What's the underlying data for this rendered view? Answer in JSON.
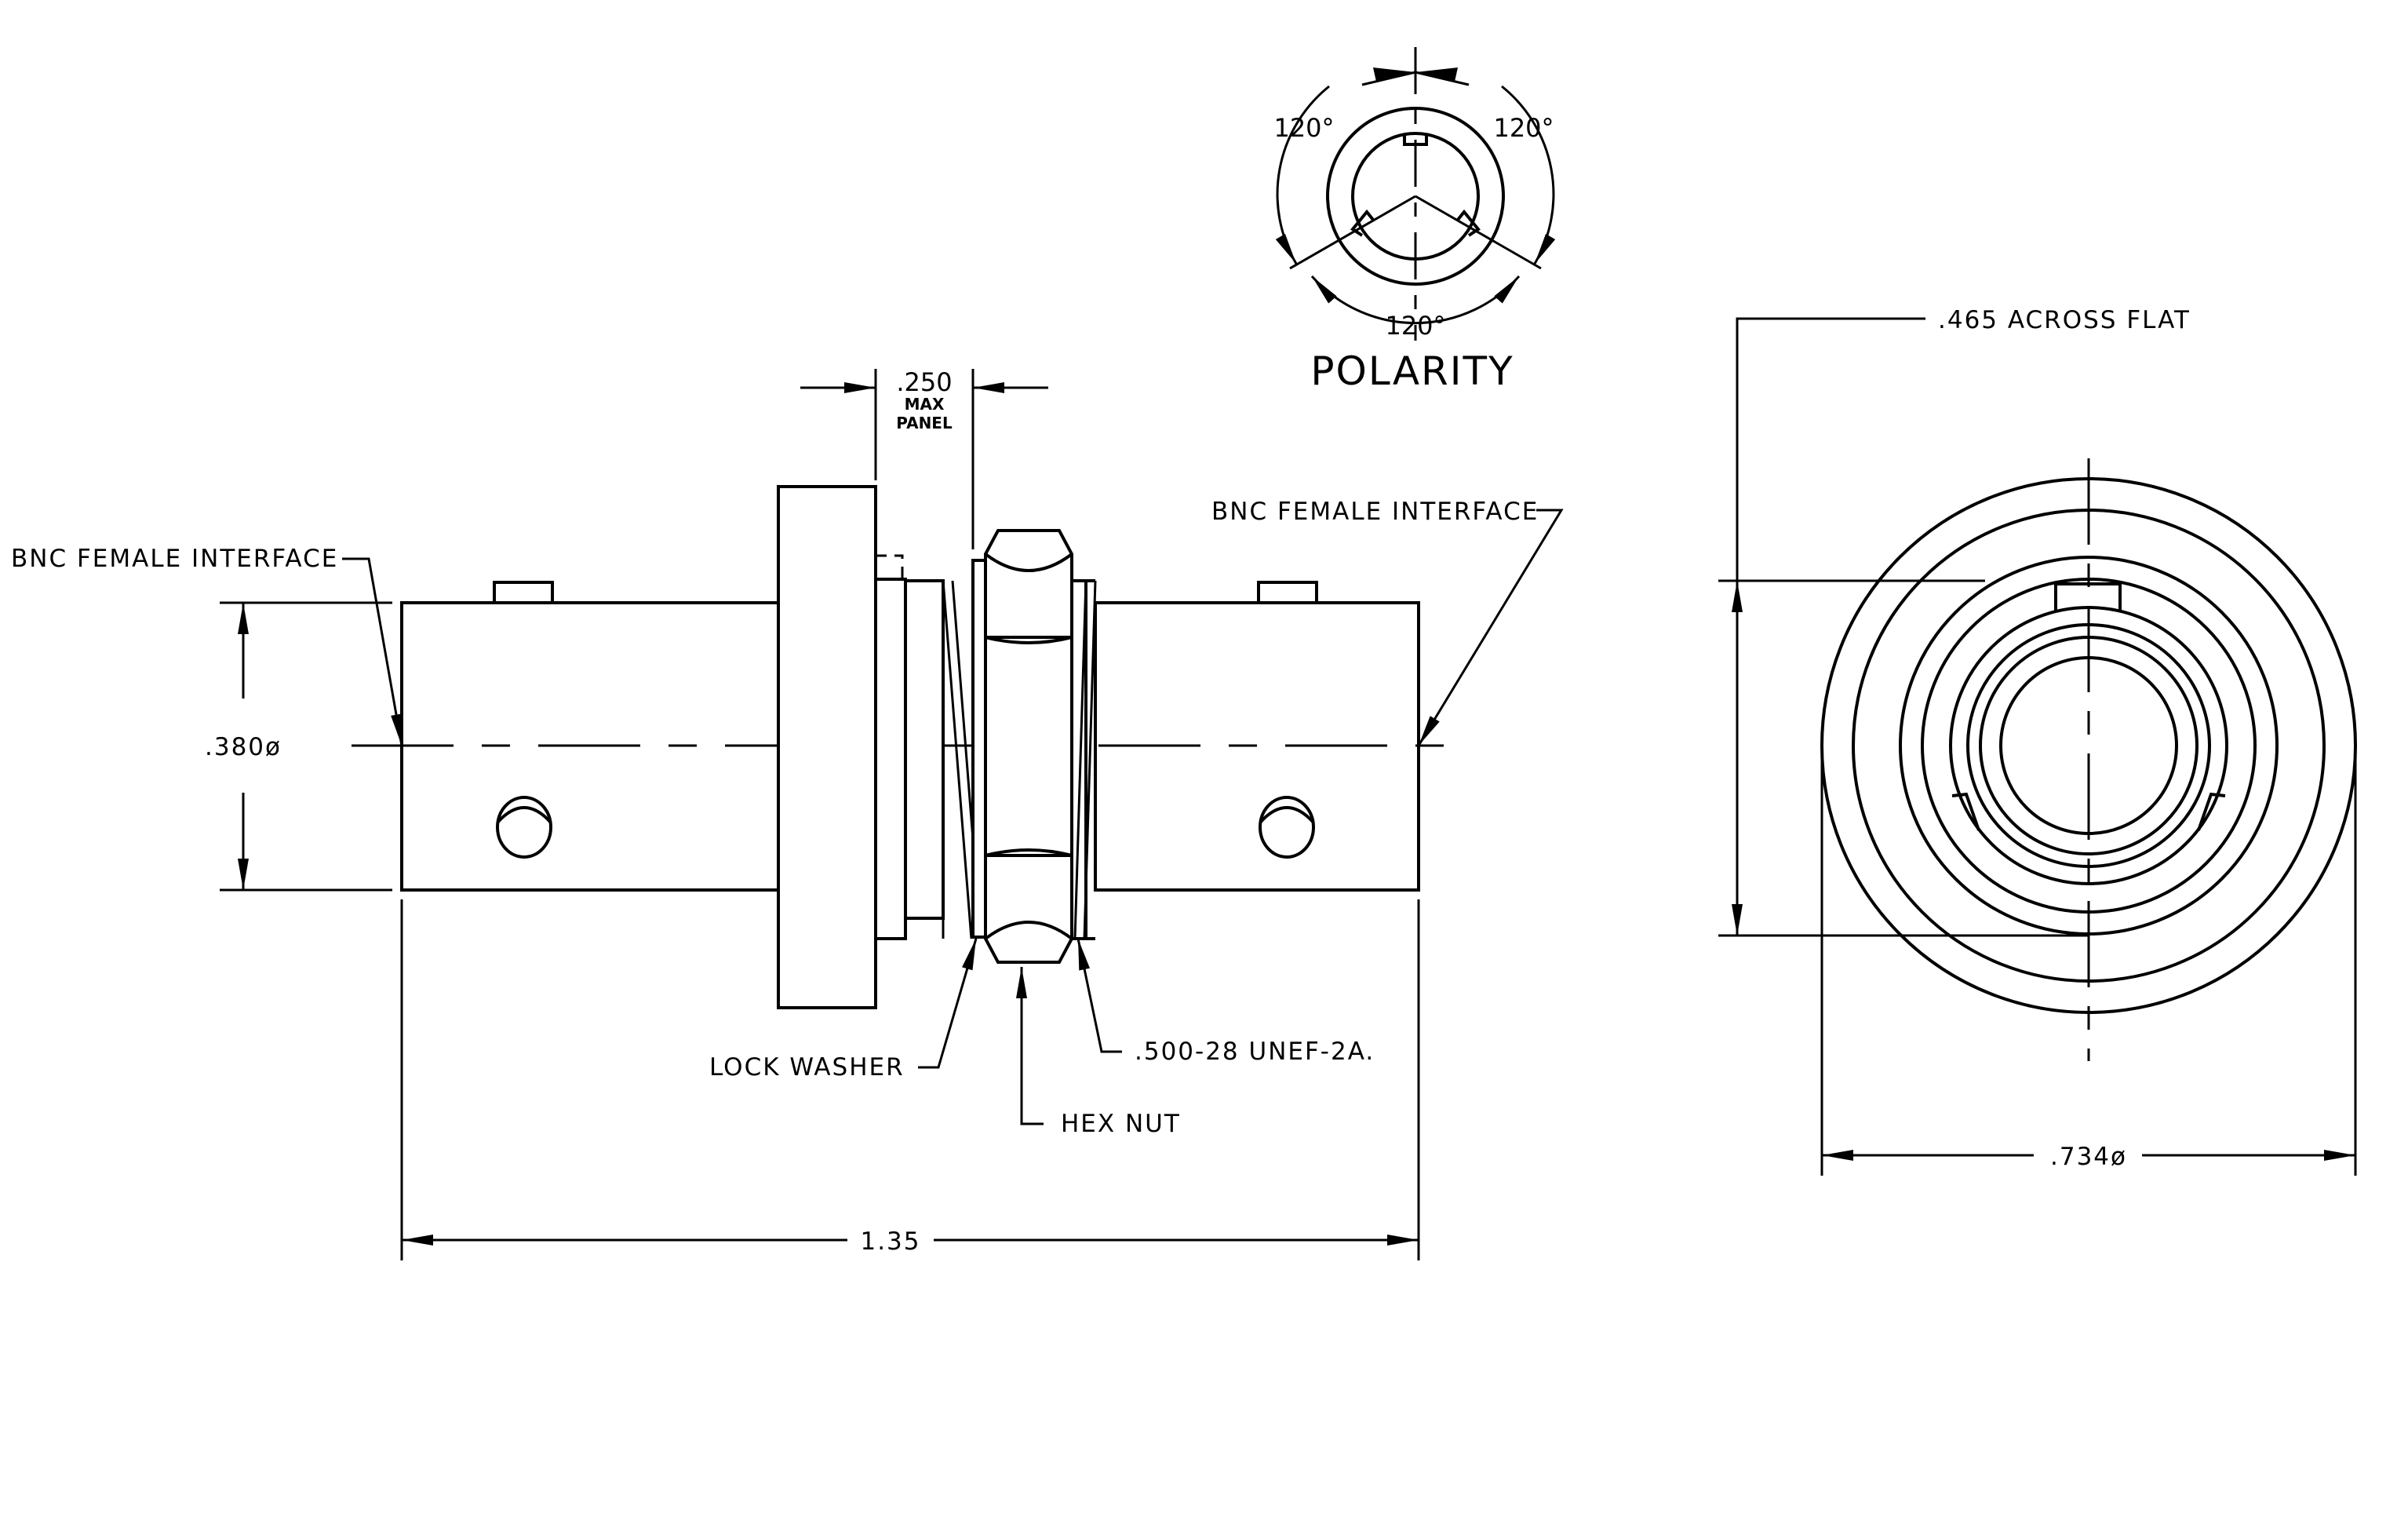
{
  "labels": {
    "bnc_left": "BNC FEMALE INTERFACE",
    "bnc_right": "BNC FEMALE INTERFACE",
    "dia_380": ".380ø",
    "panel_250": ".250",
    "panel_max": "MAX",
    "panel_panel": "PANEL",
    "lock_washer": "LOCK WASHER",
    "hex_nut": "HEX NUT",
    "thread": ".500-28 UNEF-2A.",
    "length_135": "1.35",
    "across_flat": ".465 ACROSS FLAT",
    "dia_734": ".734ø",
    "polarity": "POLARITY",
    "angle_left": "120°",
    "angle_right": "120°",
    "angle_bottom": "120°"
  }
}
